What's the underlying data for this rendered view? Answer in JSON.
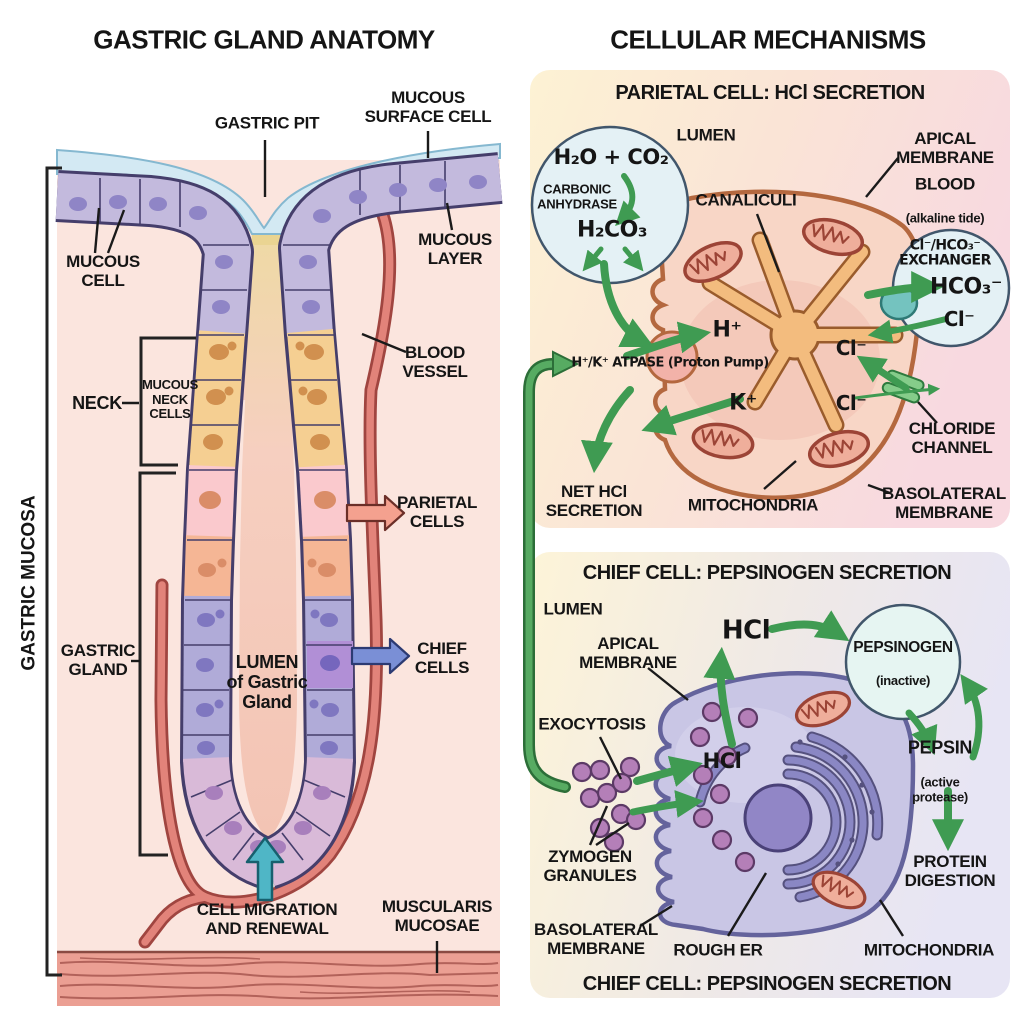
{
  "left": {
    "title": "GASTRIC GLAND ANATOMY",
    "gastric_pit": "GASTRIC PIT",
    "mucous_surface_cell": "MUCOUS\nSURFACE CELL",
    "mucous_layer": "MUCOUS\nLAYER",
    "mucous_cell": "MUCOUS\nCELL",
    "blood_vessel": "BLOOD\nVESSEL",
    "neck": "NECK",
    "mucous_neck_cells": "MUCOUS\nNECK\nCELLS",
    "gastric_mucosa": "GASTRIC MUCOSA",
    "gastric_gland": "GASTRIC\nGLAND",
    "parietal_cells": "PARIETAL\nCELLS",
    "chief_cells": "CHIEF\nCELLS",
    "lumen": "LUMEN\nof Gastric\nGland",
    "cell_migration": "CELL MIGRATION\nAND RENEWAL",
    "muscularis_mucosae": "MUSCULARIS\nMUCOSAE"
  },
  "parietal": {
    "panel_title": "CELLULAR MECHANISMS",
    "header": "PARIETAL CELL: HCl SECRETION",
    "lumen": "LUMEN",
    "h2o_co2": "H₂O + CO₂",
    "carbonic_anhydrase": "CARBONIC\nANHYDRASE",
    "h2co3": "H₂CO₃",
    "canaliculi": "CANALICULI",
    "apical_membrane": "APICAL\nMEMBRANE",
    "blood": "BLOOD",
    "blood_sub": "(alkaline tide)",
    "exchanger": "Cl⁻/HCO₃⁻\nEXCHANGER",
    "hco3": "HCO₃⁻",
    "cl_exchanger": "Cl⁻",
    "h_ion": "H⁺",
    "atpase": "H⁺/K⁺ ATPASE (Proton Pump)",
    "k_ion": "K⁺",
    "cl_upper": "Cl⁻",
    "cl_lower": "Cl⁻",
    "chloride_channel": "CHLORIDE\nCHANNEL",
    "net_hcl": "NET HCl\nSECRETION",
    "mitochondria": "MITOCHONDRIA",
    "basolateral_membrane": "BASOLATERAL\nMEMBRANE"
  },
  "chief": {
    "header": "CHIEF CELL: PEPSINOGEN SECRETION",
    "lumen": "LUMEN",
    "apical_membrane": "APICAL\nMEMBRANE",
    "hcl_top": "HCl",
    "pepsinogen": "PEPSINOGEN",
    "pepsinogen_sub": "(inactive)",
    "exocytosis": "EXOCYTOSIS",
    "hcl_inner": "HCl",
    "pepsin": "PEPSIN",
    "pepsin_sub": "(active protease)",
    "zymogen_granules": "ZYMOGEN\nGRANULES",
    "protein_digestion": "PROTEIN\nDIGESTION",
    "basolateral_membrane": "BASOLATERAL\nMEMBRANE",
    "rough_er": "ROUGH ER",
    "mitochondria": "MITOCHONDRIA",
    "footer": "CHIEF CELL: PEPSINOGEN SECRETION"
  },
  "colors": {
    "arrow_green": "#4da65f",
    "mucous_cell_purple": "#c3badd",
    "neck_cell_orange": "#f5cf92",
    "parietal_cell_pink": "#fac9cd",
    "chief_cell_purple": "#b0abd8",
    "blood_vessel_red": "#e2837a",
    "background_pink": "#fbe5de",
    "mucous_layer_blue": "#d3e9f3",
    "panel_yellow": "#fdf2d4",
    "panel_pink": "#f8d9e0",
    "panel_lavender": "#e7e5f4",
    "teal_arrow": "#4fb6c6",
    "fat_arrow_pink": "#f4a18f",
    "fat_arrow_blue": "#7a8fd6",
    "text_black": "#151515"
  }
}
